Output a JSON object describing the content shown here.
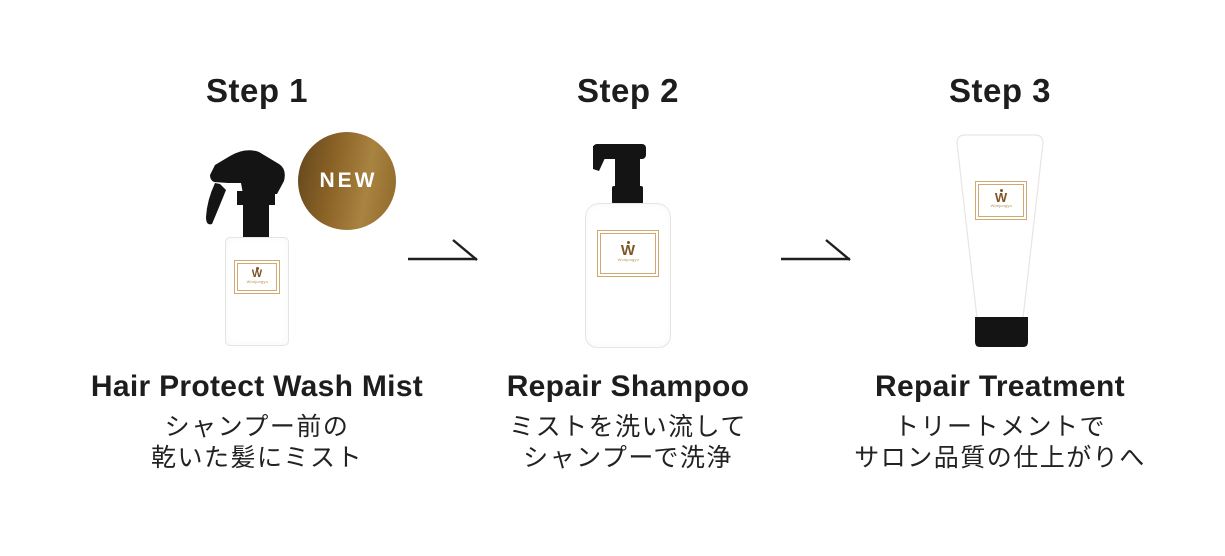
{
  "brand": {
    "logo_letter": "W",
    "brand_name": "Wonjungyo"
  },
  "badge": {
    "label": "NEW"
  },
  "colors": {
    "background": "#ffffff",
    "text": "#1d1d1d",
    "gold_frame": "#cfa971",
    "gold_logo": "#7d5526",
    "badge_gold_dark": "#63461d",
    "badge_gold_light": "#a98340",
    "product_black": "#141414"
  },
  "steps": [
    {
      "label": "Step 1",
      "product_name": "Hair Protect Wash Mist",
      "description_line1": "シャンプー前の",
      "description_line2": "乾いた髪にミスト",
      "product_icon": "spray-mist-bottle",
      "is_new": true
    },
    {
      "label": "Step 2",
      "product_name": "Repair Shampoo",
      "description_line1": "ミストを洗い流して",
      "description_line2": "シャンプーで洗浄",
      "product_icon": "pump-bottle",
      "is_new": false
    },
    {
      "label": "Step 3",
      "product_name": "Repair Treatment",
      "description_line1": "トリートメントで",
      "description_line2": "サロン品質の仕上がりへ",
      "product_icon": "squeeze-tube",
      "is_new": false
    }
  ]
}
